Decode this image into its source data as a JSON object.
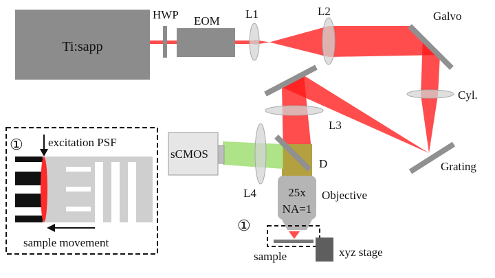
{
  "labels": {
    "laser": "Ti:sapp",
    "hwp": "HWP",
    "eom": "EOM",
    "l1": "L1",
    "l2": "L2",
    "galvo": "Galvo",
    "cyl": "Cyl.",
    "l3": "L3",
    "grating": "Grating",
    "d": "D",
    "l4": "L4",
    "camera": "sCMOS",
    "objective": "Objective",
    "obj_mag": "25x",
    "obj_na": "NA=1",
    "sample": "sample",
    "stage": "xyz stage",
    "marker": "①",
    "inset_marker": "①",
    "excitation_psf": "excitation PSF",
    "sample_movement": "sample movement"
  },
  "colors": {
    "beam": "#ff1a1a",
    "device": "#8c8c8c",
    "camera_body": "#e6e6e6",
    "lens": "#d4d4d4",
    "mirror": "#909090",
    "fluorescence": "#a6e07a",
    "dichroic_mix": "#b3a040"
  }
}
